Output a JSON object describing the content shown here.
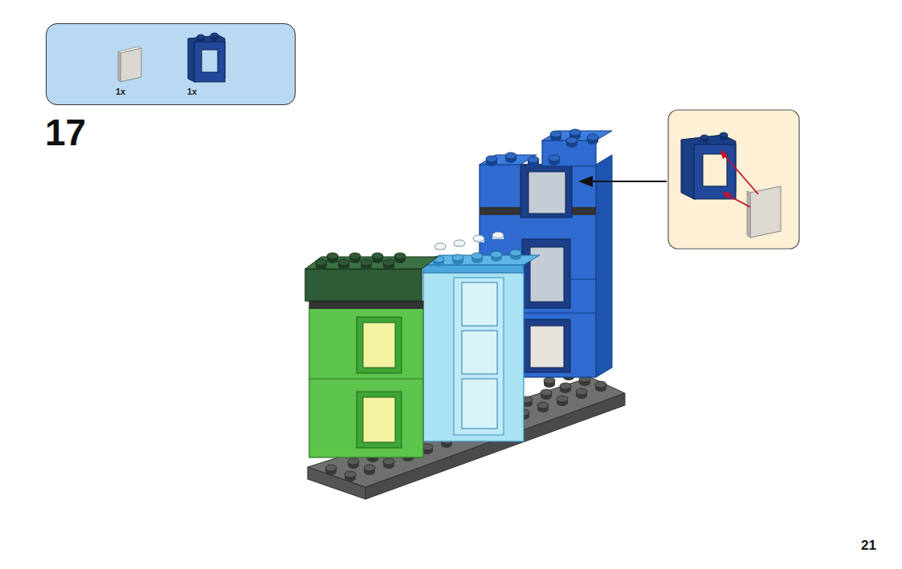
{
  "diagram": {
    "nodes": [
      {
        "text": [
          "1x",
          "1x"
        ]
      }
    ],
    "labels": [
      "17",
      "21"
    ]
  }
}
